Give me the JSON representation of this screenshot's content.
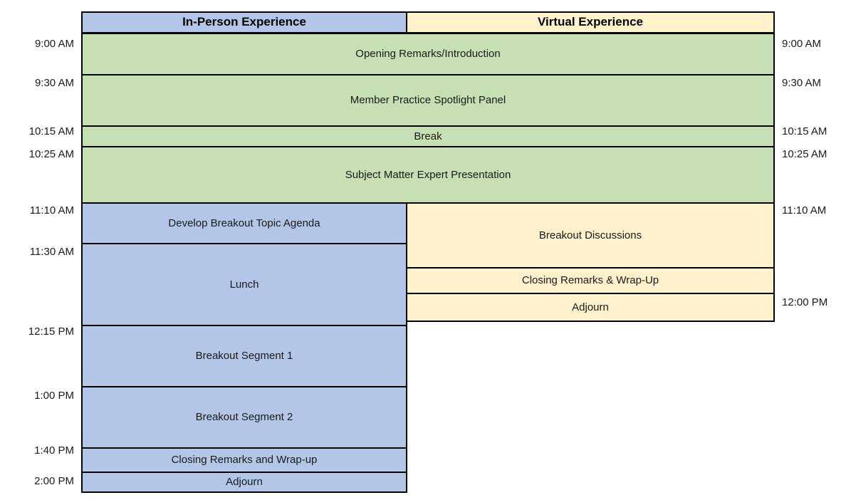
{
  "table": {
    "header": {
      "in_person": "In-Person Experience",
      "virtual": "Virtual Experience"
    },
    "shared_sessions": [
      "Opening Remarks/Introduction",
      "Member Practice Spotlight Panel",
      "Break",
      "Subject Matter Expert Presentation"
    ],
    "in_person_sessions": [
      "Develop Breakout Topic Agenda",
      "Lunch",
      "Breakout Segment 1",
      "Breakout Segment 2",
      "Closing Remarks and Wrap-up",
      "Adjourn"
    ],
    "virtual_sessions": [
      "Breakout Discussions",
      "Closing Remarks & Wrap-Up",
      "Adjourn"
    ],
    "left_times": [
      "9:00 AM",
      "9:30 AM",
      "10:15 AM",
      "10:25 AM",
      "11:10 AM",
      "11:30 AM",
      "12:15 PM",
      "1:00 PM",
      "1:40 PM",
      "2:00 PM"
    ],
    "right_times": [
      "9:00 AM",
      "9:30 AM",
      "10:15 AM",
      "10:25 AM",
      "11:10 AM",
      "12:00 PM"
    ],
    "colors": {
      "shared_fill": "#C6E0B4",
      "in_person_fill": "#B4C6E7",
      "virtual_fill": "#FFF2CC",
      "border": "#000000"
    }
  }
}
